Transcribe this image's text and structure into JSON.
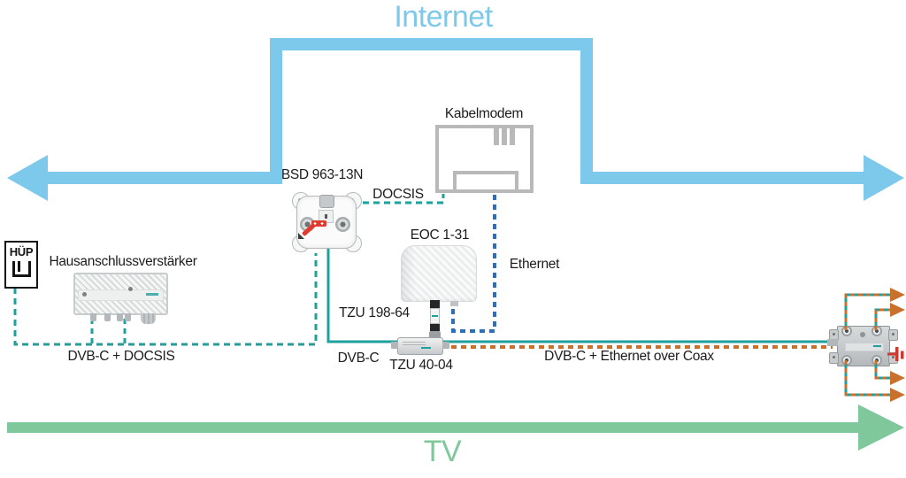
{
  "titles": {
    "internet": "Internet",
    "tv": "TV"
  },
  "devices": {
    "huep": {
      "label": "HÜP"
    },
    "amplifier": {
      "label": "Hausanschlussverstärker"
    },
    "outlet": {
      "label": "BSD 963-13N"
    },
    "modem": {
      "label": "Kabelmodem"
    },
    "eoc": {
      "label": "EOC 1-31"
    },
    "inline_adapter": {
      "label": "TZU 198-64"
    },
    "tap": {
      "label": "TZU 40-04"
    }
  },
  "links": {
    "docsis": {
      "label": "DOCSIS"
    },
    "ethernet": {
      "label": "Ethernet"
    },
    "dvbc": {
      "label": "DVB-C"
    },
    "dvbc_docsis": {
      "label": "DVB-C + DOCSIS"
    },
    "dvbc_eoc": {
      "label": "DVB-C + Ethernet over Coax"
    }
  },
  "colors": {
    "internet_blue": "#7dc9ec",
    "tv_green": "#7ec89c",
    "coax_teal": "#1fa09d",
    "ethernet_blue": "#2e6fb7",
    "eoc_orange": "#c8702c",
    "terminator_red": "#cf3a30",
    "device_gray": "#b9b9b9"
  }
}
